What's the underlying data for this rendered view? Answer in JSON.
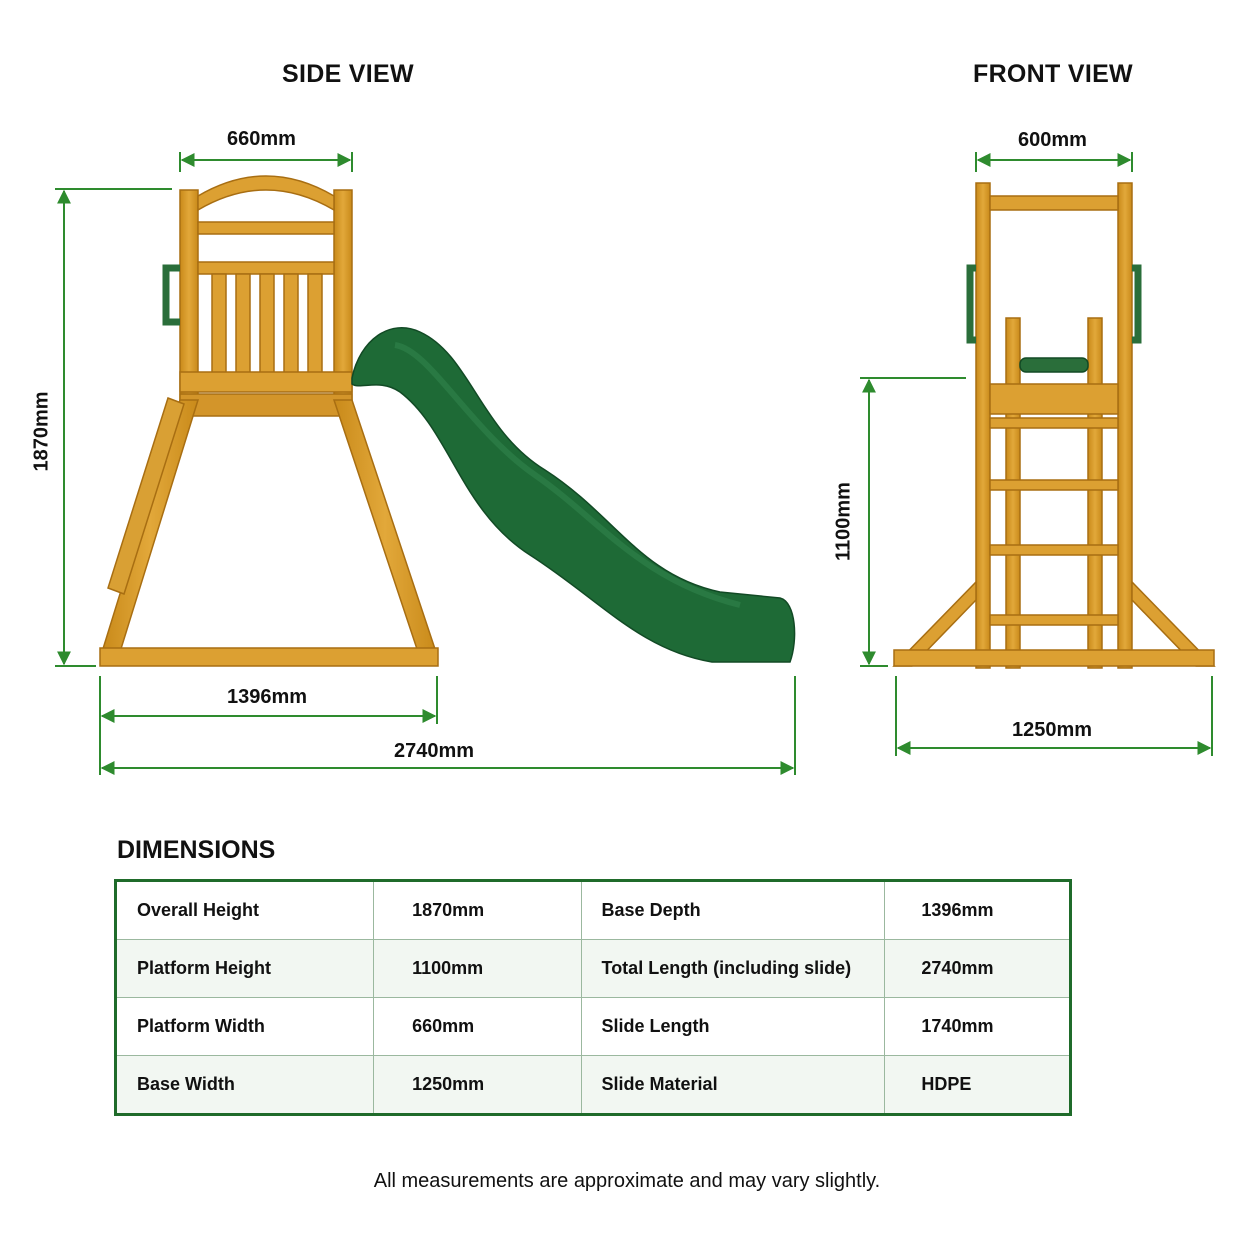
{
  "side_view": {
    "title": "SIDE VIEW",
    "width_label": "660mm",
    "height_label": "1870mm",
    "base_label": "1396mm",
    "total_label": "2740mm"
  },
  "front_view": {
    "title": "FRONT VIEW",
    "width_label": "600mm",
    "platform_label": "1100mm",
    "base_label": "1250mm"
  },
  "colors": {
    "dimension_line": "#2e8b2e",
    "wood": "#d4951f",
    "slide": "#1e6a36",
    "table_border": "#1f6b2a"
  },
  "dimensions": {
    "title": "DIMENSIONS",
    "rows": [
      [
        "Overall Height",
        "1870mm",
        "Base Depth",
        "1396mm"
      ],
      [
        "Platform Height",
        "1100mm",
        "Total Length (including slide)",
        "2740mm"
      ],
      [
        "Platform Width",
        "660mm",
        "Slide Length",
        "1740mm"
      ],
      [
        "Base Width",
        "1250mm",
        "Slide Material",
        "HDPE"
      ]
    ]
  },
  "footnote": "All measurements are approximate and may vary slightly."
}
